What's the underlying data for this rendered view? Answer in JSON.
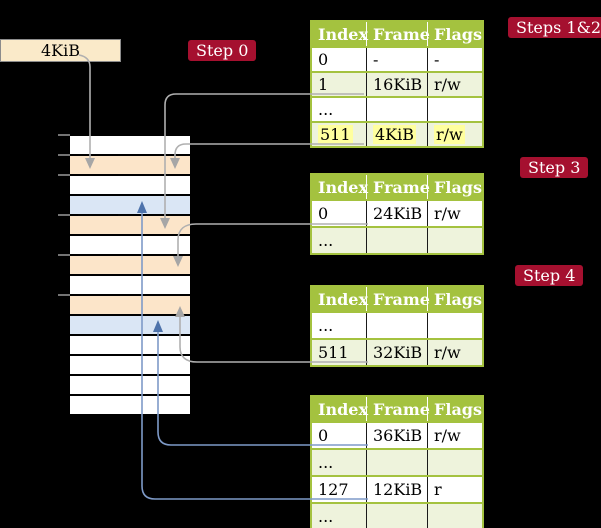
{
  "frame_box": {
    "label": "4KiB"
  },
  "steps": [
    "Step 0",
    "Steps 1&2",
    "Step 3",
    "Step 4"
  ],
  "table_headers": [
    "Index",
    "Frame",
    "Flags"
  ],
  "tables": [
    {
      "step": "Steps 1&2",
      "rows": [
        {
          "index": "0",
          "frame": "-",
          "flags": "-"
        },
        {
          "index": "1",
          "frame": "16KiB",
          "flags": "r/w"
        },
        {
          "index": "...",
          "frame": "",
          "flags": ""
        },
        {
          "index": "511",
          "frame": "4KiB",
          "flags": "r/w",
          "highlight": true
        }
      ]
    },
    {
      "step": "Step 3",
      "rows": [
        {
          "index": "0",
          "frame": "24KiB",
          "flags": "r/w"
        },
        {
          "index": "...",
          "frame": "",
          "flags": ""
        }
      ]
    },
    {
      "step": "Step 4",
      "rows": [
        {
          "index": "...",
          "frame": "",
          "flags": ""
        },
        {
          "index": "511",
          "frame": "32KiB",
          "flags": "r/w"
        }
      ]
    },
    {
      "step": "",
      "rows": [
        {
          "index": "0",
          "frame": "36KiB",
          "flags": "r/w"
        },
        {
          "index": "...",
          "frame": "",
          "flags": ""
        },
        {
          "index": "127",
          "frame": "12KiB",
          "flags": "r"
        },
        {
          "index": "...",
          "frame": "",
          "flags": ""
        }
      ]
    }
  ],
  "memory": {
    "rows": [
      "free",
      "page-table",
      "free",
      "mapped",
      "page-table",
      "free",
      "page-table",
      "free",
      "page-table",
      "mapped",
      "free",
      "free",
      "free",
      "free"
    ]
  },
  "colors": {
    "background": "#000000",
    "table_header_green": "#a4c23f",
    "table_row_green": "#eef3dc",
    "highlight_yellow": "#ffff9e",
    "frame_peach": "#fce5c9",
    "frame_blue": "#dae6f5",
    "badge_red": "#a5102f",
    "box_wheat": "#faeac9",
    "line_gray": "#b0b0b0",
    "arrow_gray": "#a6a6a6",
    "line_blue": "#7e9ac8",
    "arrow_blue": "#4e73ab"
  }
}
